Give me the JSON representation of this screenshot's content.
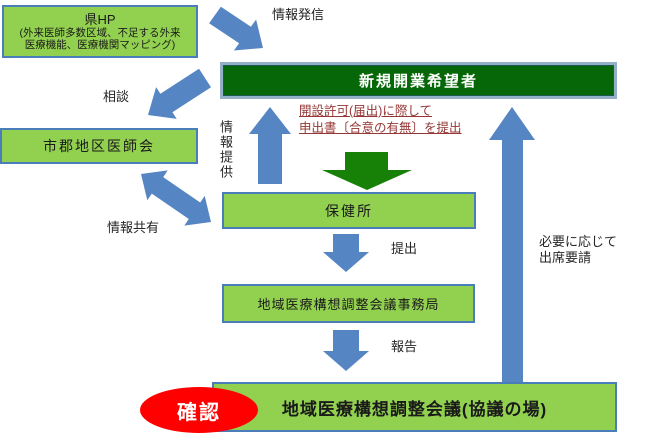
{
  "colors": {
    "light_green": "#92d050",
    "box_border_blue": "#4a7ebb",
    "dark_green": "#056708",
    "dark_green_border": "#94afc8",
    "arrow_blue": "#5585c2",
    "arrow_green": "#168106",
    "red_text": "#953735",
    "ellipse_red": "#fe0000"
  },
  "nodes": {
    "ken_hp": {
      "title": "県HP",
      "subtitle_line1": "(外来医師多数区域、不足する外来",
      "subtitle_line2": "医療機能、医療機関マッピング)"
    },
    "shinki_kaigyo": {
      "label": "新規開業希望者"
    },
    "ishikai": {
      "label": "市郡地区医師会"
    },
    "hokenjo": {
      "label": "保健所"
    },
    "jimukyoku": {
      "label": "地域医療構想調整会議事務局"
    },
    "kaigi": {
      "label": "地域医療構想調整会議(協議の場)"
    },
    "kakunin": {
      "label": "確認"
    }
  },
  "labels": {
    "joho_hasshin": "情報発信",
    "sodan": "相談",
    "joho_teikyo": "情報提供",
    "kaisetsu_line1": "開設許可(届出)に際して",
    "kaisetsu_line2": "申出書〔合意の有無〕を提出",
    "joho_kyoyu": "情報共有",
    "teishutsu": "提出",
    "hokoku": "報告",
    "hitsuyo_line1": "必要に応じて",
    "hitsuyo_line2": "出席要請"
  }
}
